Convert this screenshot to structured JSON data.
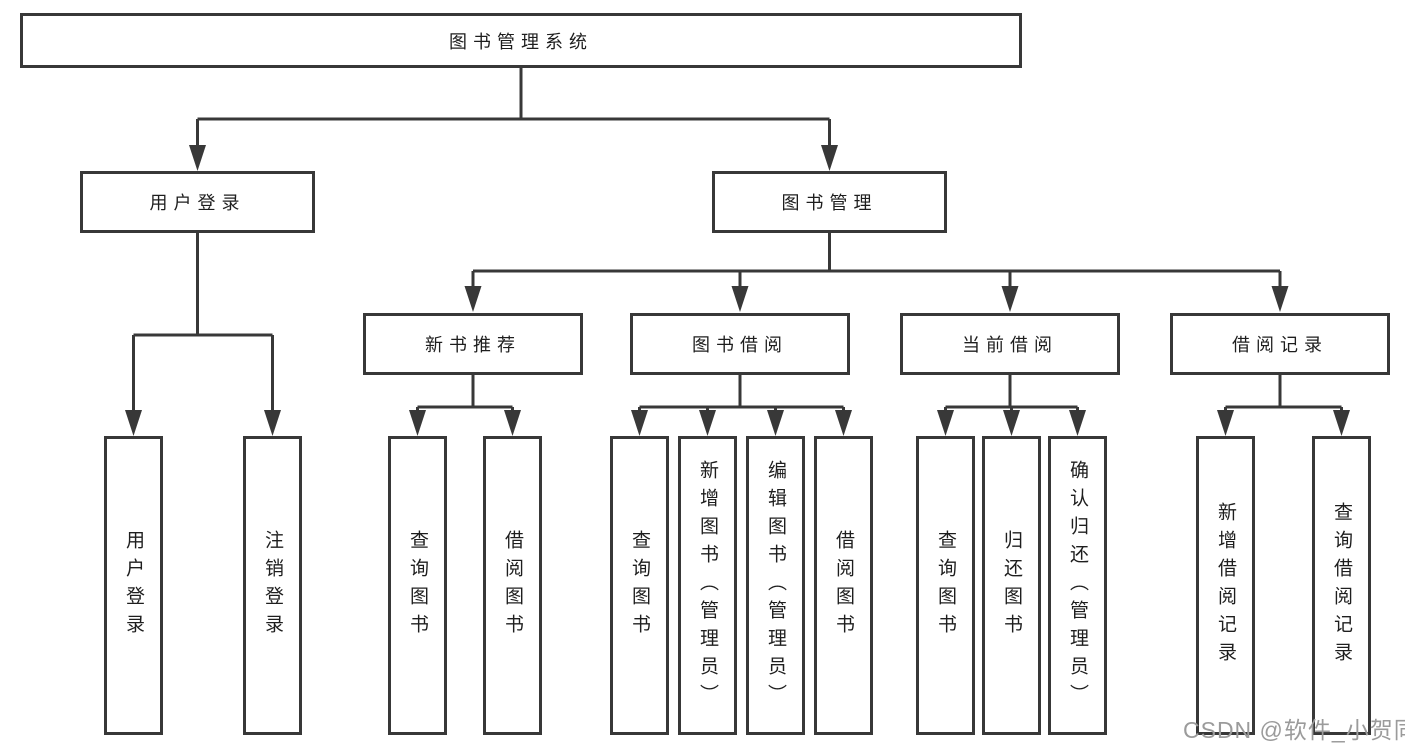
{
  "diagram_type": "hierarchy-chart",
  "colors": {
    "line": "#383838",
    "box_border": "#383838",
    "text": "#1e1e1e",
    "watermark": "#9b9b9b",
    "background": "#ffffff"
  },
  "tree": {
    "root": {
      "label": "图书管理系统"
    },
    "children": [
      {
        "label": "用户登录",
        "children": [
          {
            "label": "用户登录"
          },
          {
            "label": "注销登录"
          }
        ]
      },
      {
        "label": "图书管理",
        "children": [
          {
            "label": "新书推荐",
            "children": [
              {
                "label": "查询图书"
              },
              {
                "label": "借阅图书"
              }
            ]
          },
          {
            "label": "图书借阅",
            "children": [
              {
                "label": "查询图书"
              },
              {
                "label": "新增图书（管理员）"
              },
              {
                "label": "编辑图书（管理员）"
              },
              {
                "label": "借阅图书"
              }
            ]
          },
          {
            "label": "当前借阅",
            "children": [
              {
                "label": "查询图书"
              },
              {
                "label": "归还图书"
              },
              {
                "label": "确认归还（管理员）"
              }
            ]
          },
          {
            "label": "借阅记录",
            "children": [
              {
                "label": "新增借阅记录"
              },
              {
                "label": "查询借阅记录"
              }
            ]
          }
        ]
      }
    ]
  },
  "watermark": {
    "text": "CSDN @软件_小贺同学"
  }
}
